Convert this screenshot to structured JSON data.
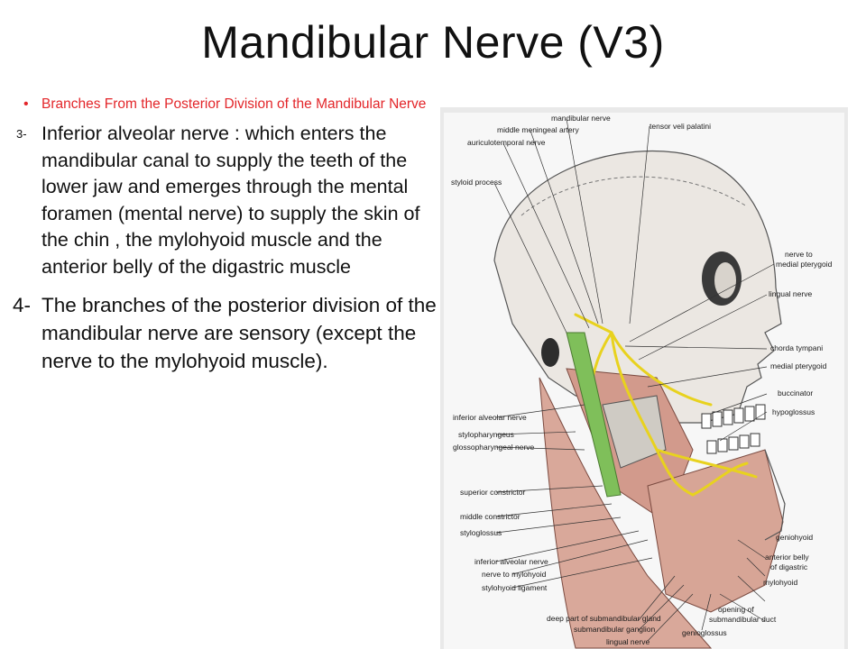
{
  "slide": {
    "title": "Mandibular Nerve (V3)",
    "bullet": "Branches From the Posterior Division of the Mandibular Nerve",
    "item3_number": "3-",
    "item3_text": "Inferior alveolar nerve : which enters the mandibular canal to supply the teeth of the lower jaw and emerges through the mental foramen (mental nerve) to supply the skin of the chin ,  the mylohyoid muscle and the anterior belly of the digastric muscle",
    "item4_number": "4-",
    "item4_text": "The branches of the posterior division of the mandibular nerve are sensory (except the nerve to the mylohyoid muscle)."
  },
  "figure": {
    "labels": {
      "mandibular_nerve": "mandibular nerve",
      "middle_meningeal_artery": "middle meningeal artery",
      "auriculotemporal_nerve": "auriculotemporal nerve",
      "tensor_veli_palatini": "tensor veli palatini",
      "styloid_process": "styloid process",
      "nerve_to": "nerve to",
      "medial_pterygoid_1": "medial pterygoid",
      "lingual_nerve_top": "lingual nerve",
      "chorda_tympani": "chorda tympani",
      "medial_pterygoid_2": "medial pterygoid",
      "buccinator": "buccinator",
      "hypoglossus": "hypoglossus",
      "inferior_alveolar_nerve_1": "inferior alveolar nerve",
      "stylopharyngeus": "stylopharyngeus",
      "glossopharyngeal_nerve": "glossopharyngeal nerve",
      "superior_constrictor": "superior constrictor",
      "middle_constrictor": "middle constrictor",
      "styloglossus": "styloglossus",
      "inferior_alveolar_nerve_2": "inferior alveolar nerve",
      "nerve_to_mylohyoid": "nerve to mylohyoid",
      "stylohyoid_ligament": "stylohyoid ligament",
      "geniohyoid": "geniohyoid",
      "anterior_belly": "anterior belly",
      "of_digastric": "of digastric",
      "mylohyoid": "mylohyoid",
      "opening_of": "opening of",
      "submandibular_duct": "submandibular duct",
      "deep_part": "deep part of submandibular gland",
      "submandibular_ganglion": "submandibular ganglion",
      "genioglossus": "genioglossus",
      "lingual_nerve_bottom": "lingual nerve"
    }
  }
}
